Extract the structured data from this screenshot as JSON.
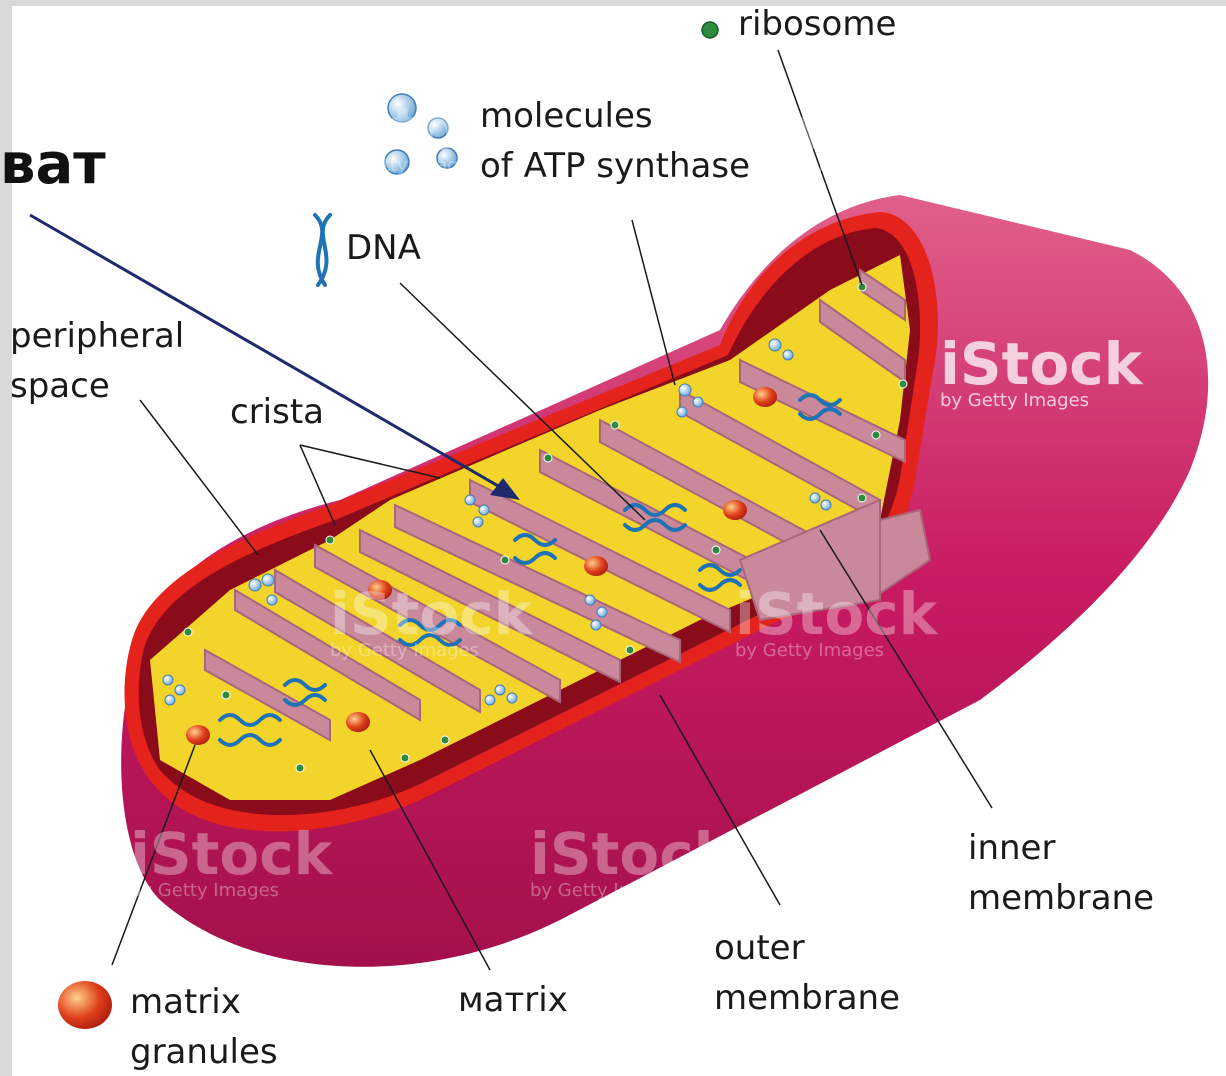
{
  "heading_fragment": "ват",
  "labels": {
    "ribosome": "ribosome",
    "molecules_line1": "molecules",
    "molecules_line2": "of ATP synthase",
    "dna": "DNA",
    "peripheral_line1": "peripheral",
    "peripheral_line2": "space",
    "crista": "crista",
    "inner_line1": "inner",
    "inner_line2": "membrane",
    "outer_line1": "outer",
    "outer_line2": "membrane",
    "matrix": "матrix",
    "granules_line1": "matrix",
    "granules_line2": "granules"
  },
  "watermark": {
    "brand": "iStock",
    "sub": "by Getty Images"
  },
  "colors": {
    "outer_membrane": "#c8185e",
    "inner_red": "#e3231c",
    "matrix_yellow": "#f2d42b",
    "crista_pink": "#c9899a",
    "dna_blue": "#1e73b5",
    "ribosome_green": "#2e8b3e",
    "arrow_navy": "#1f2a6e"
  }
}
